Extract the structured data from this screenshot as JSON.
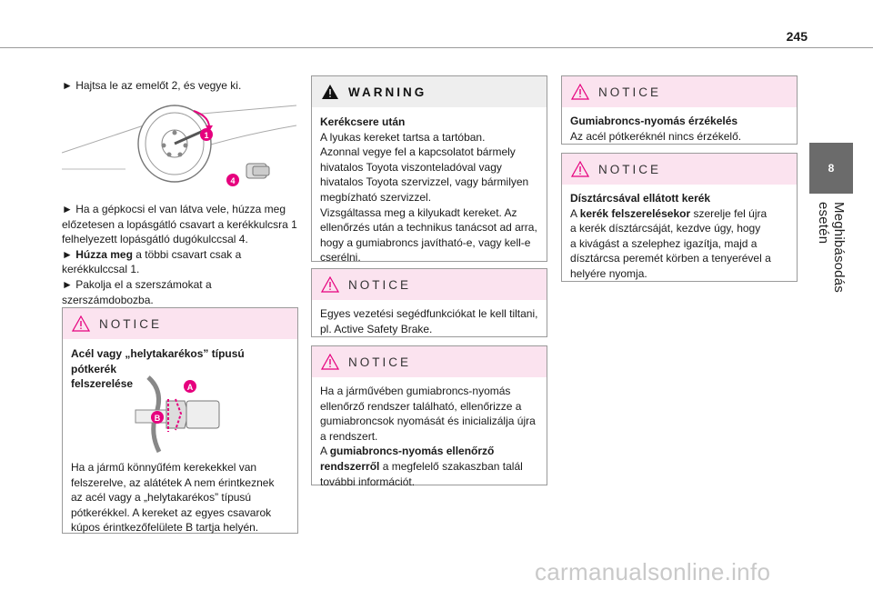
{
  "page_number": "245",
  "side_tab": {
    "number": "8",
    "label": "Meghibásodás esetén"
  },
  "col1": {
    "step1": "► Hajtsa le az emelőt 2, és vegye ki.",
    "step2_lines": [
      "► Ha a gépkocsi el van látva vele, húzza meg",
      "előzetesen a lopásgátló csavart a kerékkulcsra 1",
      "felhelyezett lopásgátló dugókulccsal 4."
    ],
    "step3_prefix": "► ",
    "step3_bold": "Húzza meg",
    "step3_rest": " a többi csavart csak a",
    "step3_line2": "kerékkulccsal 1.",
    "step4_lines": [
      "► Pakolja el a szerszámokat a",
      "szerszámdobozba."
    ],
    "illus_labels": {
      "one": "1",
      "four": "4"
    }
  },
  "notice1": {
    "header": "NOTICE",
    "title_lines": [
      "Acél vagy „helytakarékos” típusú pótkerék",
      "felszerelése"
    ],
    "illus_labels": {
      "a": "A",
      "b": "B"
    },
    "body_lines": [
      "Ha a jármű könnyűfém kerekekkel van",
      "felszerelve, az alátétek A nem érintkeznek",
      "az acél vagy a „helytakarékos” típusú",
      "pótkerékkel. A kereket az egyes csavarok",
      "kúpos érintkezőfelülete B tartja helyén."
    ]
  },
  "warning": {
    "header": "WARNING",
    "title": "Kerékcsere után",
    "body_lines": [
      "A lyukas kereket tartsa a tartóban.",
      "Azonnal vegye fel a kapcsolatot bármely",
      "hivatalos Toyota viszonteladóval vagy",
      "hivatalos Toyota szervizzel, vagy bármilyen",
      "megbízható szervizzel.",
      "Vizsgáltassa meg a kilyukadt kereket. Az",
      "ellenőrzés után a technikus tanácsot ad arra,",
      "hogy a gumiabroncs javítható-e, vagy kell-e",
      "cserélni."
    ]
  },
  "notice2": {
    "header": "NOTICE",
    "body_lines": [
      "Egyes vezetési segédfunkciókat le kell tiltani,",
      "pl. Active Safety Brake."
    ]
  },
  "notice3": {
    "header": "NOTICE",
    "body_lines": [
      "Ha a járművében gumiabroncs-nyomás",
      "ellenőrző rendszer található, ellenőrizze a",
      "gumiabroncsok nyomását és inicializálja újra",
      "a rendszert."
    ],
    "line5_prefix": "A ",
    "line5_bold": "gumiabroncs-nyomás ellenőrző",
    "line6_bold": "rendszerről",
    "line6_rest": " a megfelelő szakaszban talál",
    "line7": "további információt."
  },
  "notice4": {
    "header": "NOTICE",
    "title": "Gumiabroncs-nyomás érzékelés",
    "body": "Az acél pótkeréknél nincs érzékelő."
  },
  "notice5": {
    "header": "NOTICE",
    "title": "Dísztárcsával ellátott kerék",
    "line1_prefix": "A ",
    "line1_bold": "kerék felszerelésekor",
    "line1_rest": " szerelje fel újra",
    "rest_lines": [
      "a kerék dísztárcsáját, kezdve úgy, hogy",
      "a kivágást a szelephez igazítja, majd a",
      "dísztárcsa peremét körben a tenyerével a",
      "helyére nyomja."
    ]
  },
  "watermark": "carmanualsonline.info",
  "colors": {
    "notice_header": "#fbe3ef",
    "warning_header": "#eeeeee",
    "tab": "#6b6b6b",
    "callout": "#e6007e"
  }
}
